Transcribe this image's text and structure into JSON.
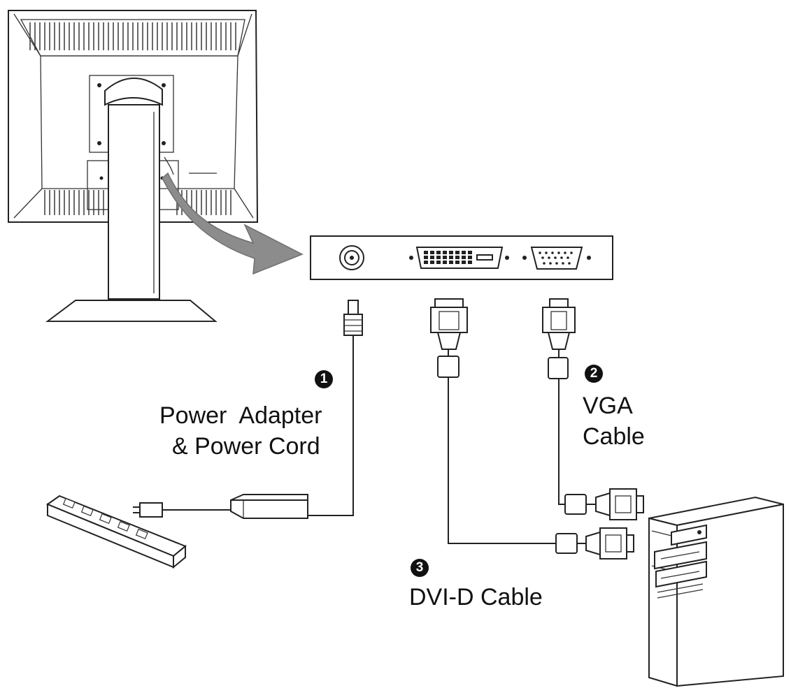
{
  "callouts": [
    {
      "number": "1",
      "lines": [
        "Power  Adapter",
        "& Power Cord"
      ]
    },
    {
      "number": "2",
      "lines": [
        "VGA",
        "Cable"
      ]
    },
    {
      "number": "3",
      "lines": [
        "DVI-D Cable"
      ]
    }
  ],
  "icons": [
    "monitor-rear-icon",
    "connector-panel-icon",
    "power-strip-icon",
    "power-adapter-icon",
    "computer-tower-icon",
    "arrow-icon"
  ]
}
